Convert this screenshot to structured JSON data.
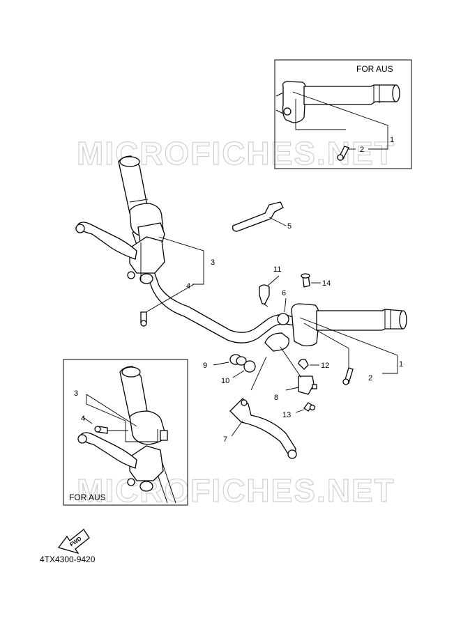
{
  "watermark": "MICROFICHES.NET",
  "inset_top": {
    "label": "FOR AUS",
    "callouts": [
      "1",
      "2"
    ]
  },
  "inset_bottom": {
    "label": "FOR AUS",
    "callouts": [
      "3",
      "4"
    ]
  },
  "callouts": [
    "1",
    "2",
    "3",
    "4",
    "5",
    "6",
    "7",
    "8",
    "9",
    "10",
    "11",
    "12",
    "13",
    "14"
  ],
  "fwd_arrow_label": "FWD",
  "diagram_code": "4TX4300-9420",
  "colors": {
    "line": "#000000",
    "watermark": "#cfcfcf",
    "background": "#ffffff"
  }
}
